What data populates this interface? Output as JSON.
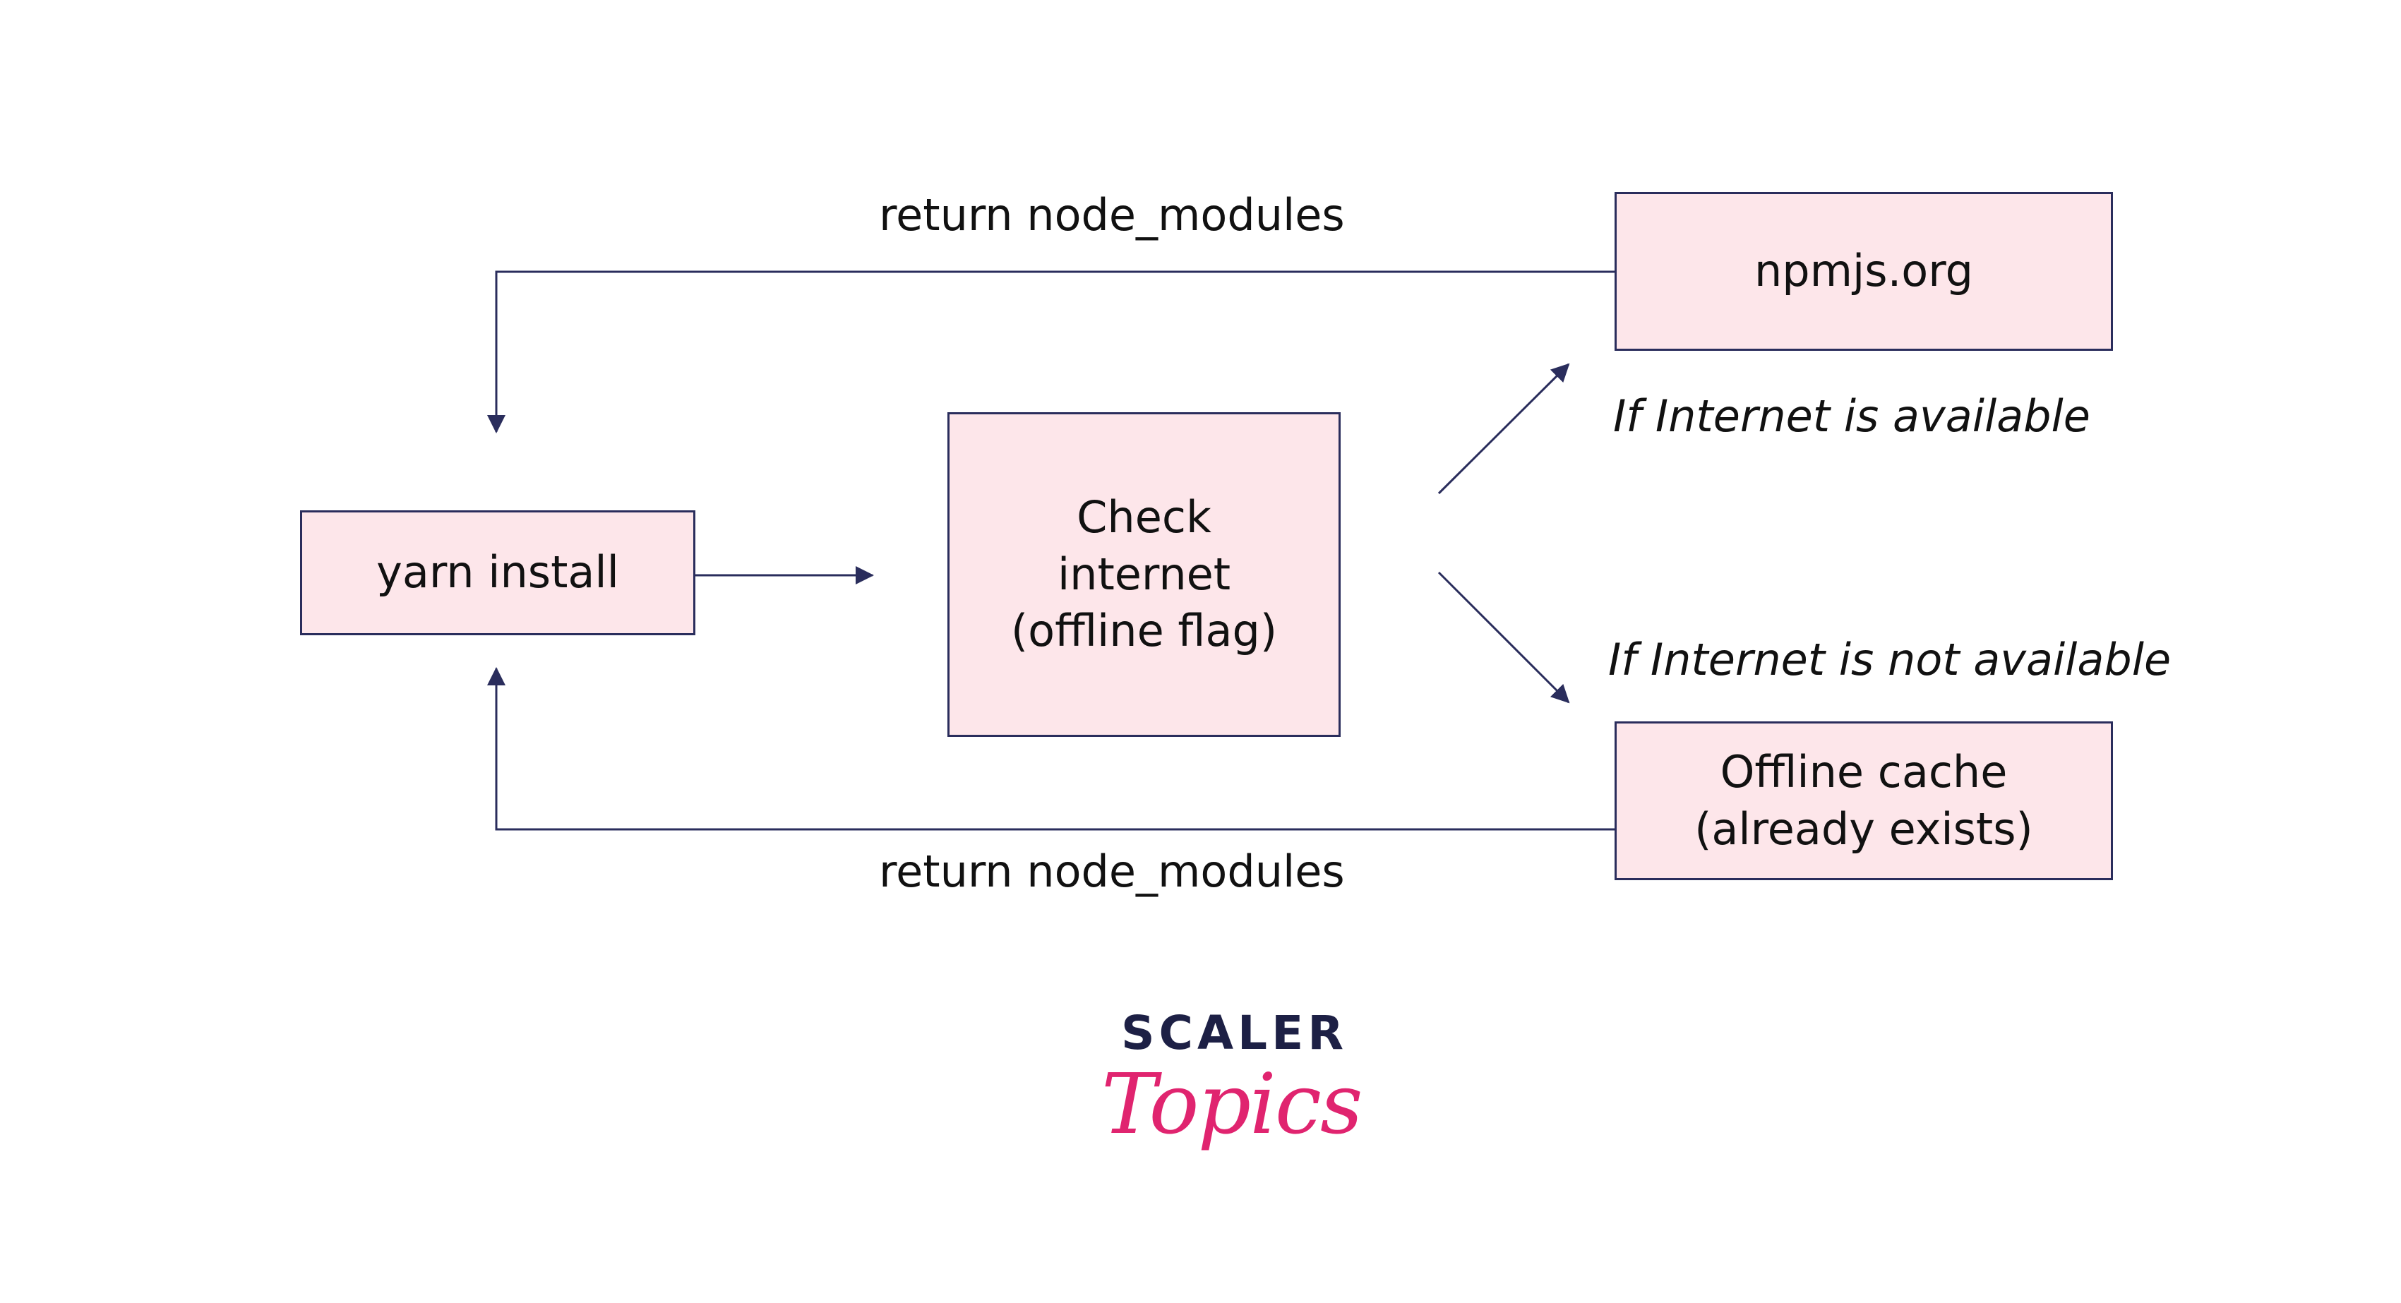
{
  "diagram": {
    "nodes": {
      "yarn_install": "yarn install",
      "check_internet": "Check\ninternet\n(offline flag)",
      "npmjs": "npmjs.org",
      "offline_cache": "Offline cache\n(already exists)"
    },
    "edge_labels": {
      "return_top": "return node_modules",
      "return_bottom": "return node_modules",
      "internet_available": "If Internet is available",
      "internet_not_available": "If Internet is not available"
    },
    "colors": {
      "box_fill": "#fde6ea",
      "box_border": "#2a2d5c",
      "arrow": "#2a2d5c"
    }
  },
  "logo": {
    "line1": "SCALER",
    "line2": "Topics",
    "colors": {
      "line1": "#1d2045",
      "line2": "#e0246f"
    }
  }
}
